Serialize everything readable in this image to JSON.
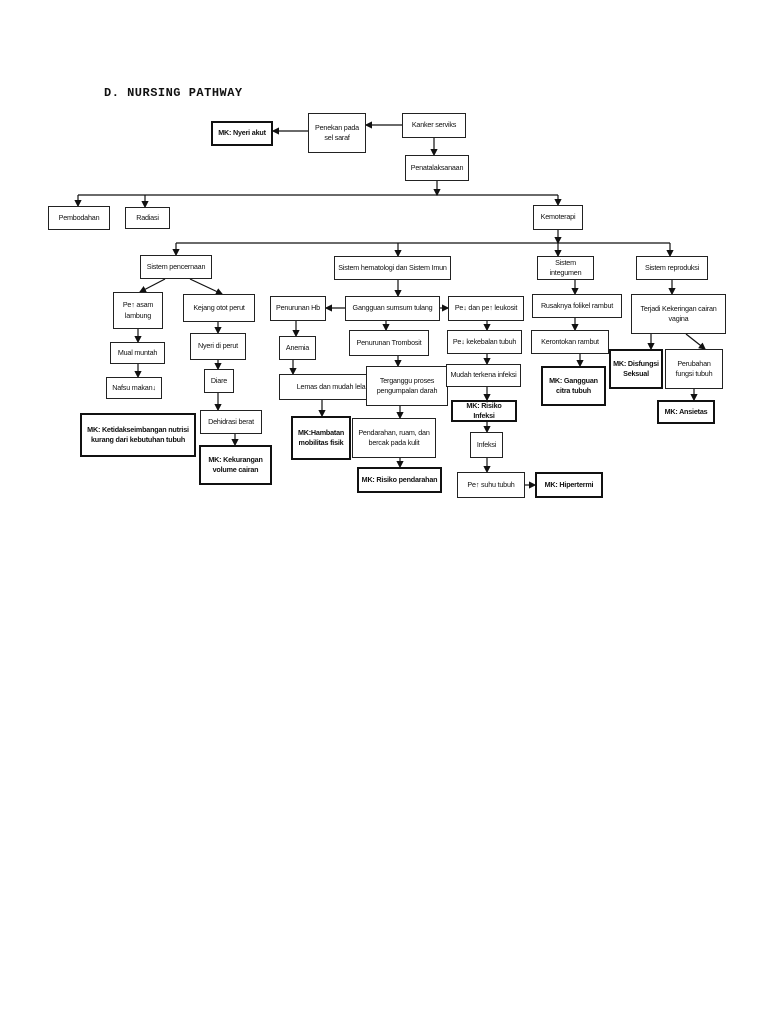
{
  "title": "D. NURSING PATHWAY",
  "nodes": {
    "mk_nyeri": "MK: Nyeri akut",
    "penekan": "Penekan pada sel saraf",
    "kanker": "Kanker serviks",
    "penatalaksanaan": "Penatalaksanaan",
    "pembedahan": "Pembodahan",
    "radiasi": "Radiasi",
    "kemoterapi": "Kemoterapi",
    "sis_pencernaan": "Sistem pencernaan",
    "sis_hemato": "Sistem hematologi dan Sistem Imun",
    "sis_integumen": "Sistem integumen",
    "sis_reproduksi": "Sistem reproduksi",
    "asam_lambung": "Pe↑ asam lambung",
    "kejang": "Kejang otot perut",
    "penurunan_hb": "Penurunan Hb",
    "gangguan_sumsum": "Gangguan sumsum tulang",
    "leukosit": "Pe↓ dan pe↑ leukosit",
    "rusaknya_folikel": "Rusaknya folikel rambut",
    "kekeringan": "Terjadi Kekeringan cairan vagina",
    "mual": "Mual muntah",
    "nyeri_perut": "Nyeri di perut",
    "anemia": "Anemia",
    "trombosit": "Penurunan Trombosit",
    "kekebalan": "Pe↓ kekebalan tubuh",
    "kerontokan": "Kerontokan rambut",
    "nafsu": "Nafsu makan↓",
    "diare": "Diare",
    "lemas": "Lemas dan mudah lelah",
    "terganggu": "Terganggu proses pengumpalan darah",
    "mudah_infeksi": "Mudah terkena infeksi",
    "mk_citra": "MK: Gangguan citra tubuh",
    "mk_disfungsi": "MK: Disfungsi Seksual",
    "perubahan": "Perubahan fungsi tubuh",
    "mk_nutrisi": "MK: Ketidakseimbangan nutrisi kurang dari kebutuhan tubuh",
    "dehidrasi": "Dehidrasi berat",
    "mk_hambatan": "MK:Hambatan mobilitas fisik",
    "pendarahan": "Pendarahan, ruam, dan bercak pada kulit",
    "mk_risiko_infeksi": "MK: Risiko Infeksi",
    "mk_ansietas": "MK: Ansietas",
    "mk_volume": "MK: Kekurangan volume cairan",
    "infeksi": "Infeksi",
    "mk_risiko_pendarahan": "MK: Risiko pendarahan",
    "suhu": "Pe↑ suhu tubuh",
    "mk_hipertermi": "MK: Hipertermi"
  }
}
